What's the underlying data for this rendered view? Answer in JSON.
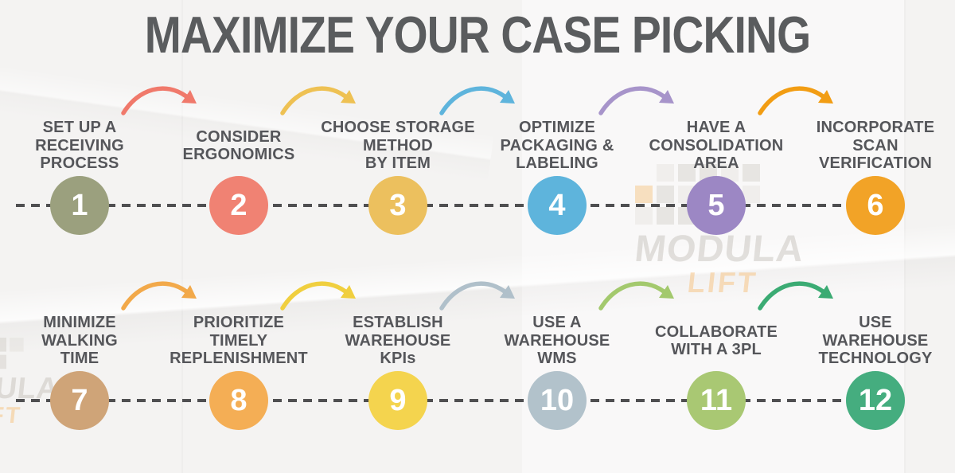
{
  "title": "MAXIMIZE YOUR CASE PICKING",
  "colors": {
    "title_text": "#5a5c5e",
    "label_text": "#55565a",
    "dash_line": "#4f4f51",
    "number_text": "#ffffff"
  },
  "watermark": {
    "brand": "MODULA",
    "sub": "LIFT"
  },
  "rows": [
    {
      "steps": [
        {
          "num": "1",
          "label": "SET UP A\nRECEIVING\nPROCESS",
          "color": "#9ba07e"
        },
        {
          "num": "2",
          "label": "CONSIDER\nERGONOMICS",
          "color": "#f08273"
        },
        {
          "num": "3",
          "label": "CHOOSE  STORAGE\nMETHOD\nBY ITEM",
          "color": "#ecc05e"
        },
        {
          "num": "4",
          "label": "OPTIMIZE\nPACKAGING &\nLABELING",
          "color": "#5eb4dc"
        },
        {
          "num": "5",
          "label": "HAVE A\nCONSOLIDATION\nAREA",
          "color": "#9c87c4"
        },
        {
          "num": "6",
          "label": "INCORPORATE\nSCAN\nVERIFICATION",
          "color": "#f2a327"
        }
      ],
      "arrows": [
        {
          "icon": "curved-arrow",
          "color": "#f0796b"
        },
        {
          "icon": "curved-arrow",
          "color": "#eec153"
        },
        {
          "icon": "curved-arrow",
          "color": "#5eb4dc"
        },
        {
          "icon": "curved-arrow",
          "color": "#a794ca"
        },
        {
          "icon": "curved-arrow",
          "color": "#f29d13"
        }
      ]
    },
    {
      "steps": [
        {
          "num": "7",
          "label": "MINIMIZE\nWALKING\nTIME",
          "color": "#cfa478"
        },
        {
          "num": "8",
          "label": "PRIORITIZE\nTIMELY\nREPLENISHMENT",
          "color": "#f4ae55"
        },
        {
          "num": "9",
          "label": "ESTABLISH\nWAREHOUSE\nKPIs",
          "color": "#f4d44e"
        },
        {
          "num": "10",
          "label": "USE A\nWAREHOUSE\nWMS",
          "color": "#b2c2cb"
        },
        {
          "num": "11",
          "label": "COLLABORATE\nWITH A 3PL",
          "color": "#a9c873"
        },
        {
          "num": "12",
          "label": "USE\nWAREHOUSE\nTECHNOLOGY",
          "color": "#45ad7f"
        }
      ],
      "arrows": [
        {
          "icon": "curved-arrow",
          "color": "#f2a94a"
        },
        {
          "icon": "curved-arrow",
          "color": "#f0cf3f"
        },
        {
          "icon": "curved-arrow",
          "color": "#b0c0ca"
        },
        {
          "icon": "curved-arrow",
          "color": "#a3c96d"
        },
        {
          "icon": "curved-arrow",
          "color": "#3bab73"
        }
      ]
    }
  ]
}
